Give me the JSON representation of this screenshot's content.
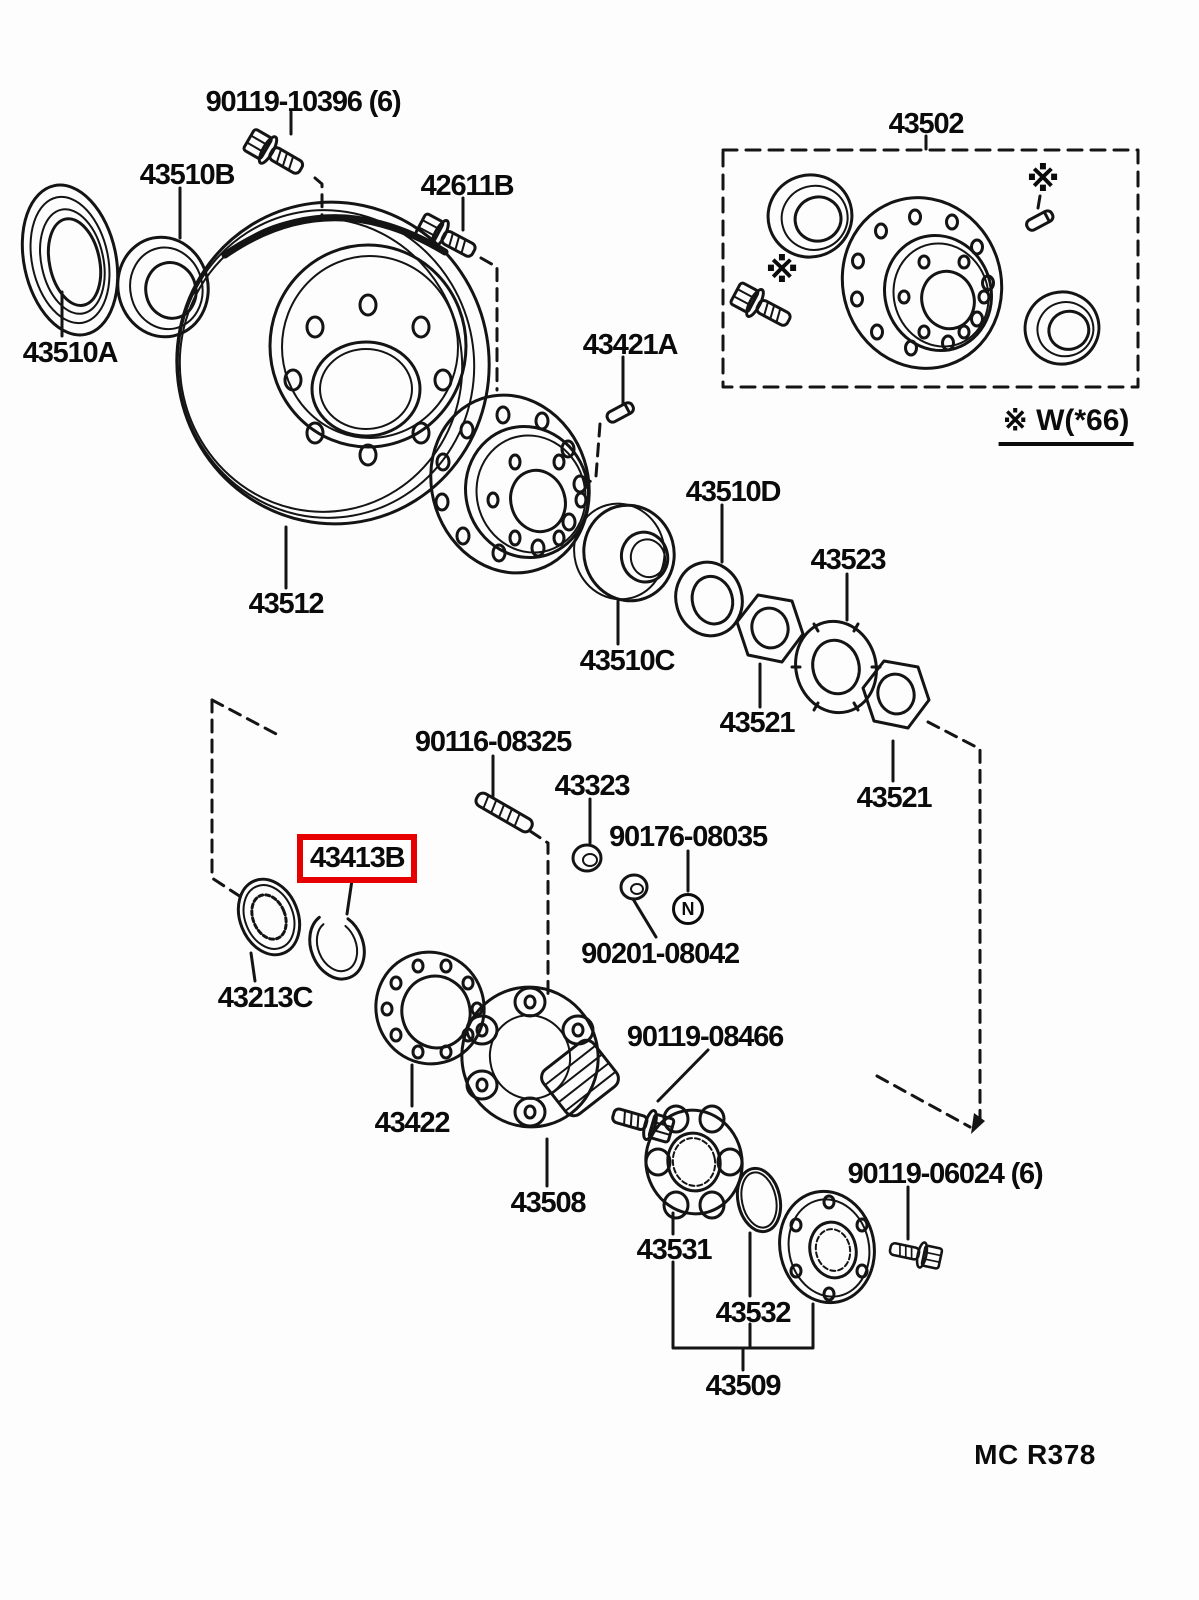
{
  "diagram": {
    "title_code": "MC R378",
    "note_w66": "※ W(*66)",
    "kome_mark": "※",
    "nut_symbol": "N",
    "highlight_color": "#e60000",
    "highlighted_part": "43413B",
    "parts": {
      "p90119_10396": "90119-10396 (6)",
      "p43510B": "43510B",
      "p42611B": "42611B",
      "p43502": "43502",
      "p43421A": "43421A",
      "p43510A": "43510A",
      "p43512": "43512",
      "p43510D": "43510D",
      "p43523": "43523",
      "p43510C": "43510C",
      "p43521": "43521",
      "p90116_08325": "90116-08325",
      "p43323": "43323",
      "p90176_08035": "90176-08035",
      "p43413B": "43413B",
      "p90201_08042": "90201-08042",
      "p43213C": "43213C",
      "p90119_08466": "90119-08466",
      "p43422": "43422",
      "p43508": "43508",
      "p43531": "43531",
      "p43532": "43532",
      "p90119_06024": "90119-06024 (6)",
      "p43509": "43509"
    }
  }
}
